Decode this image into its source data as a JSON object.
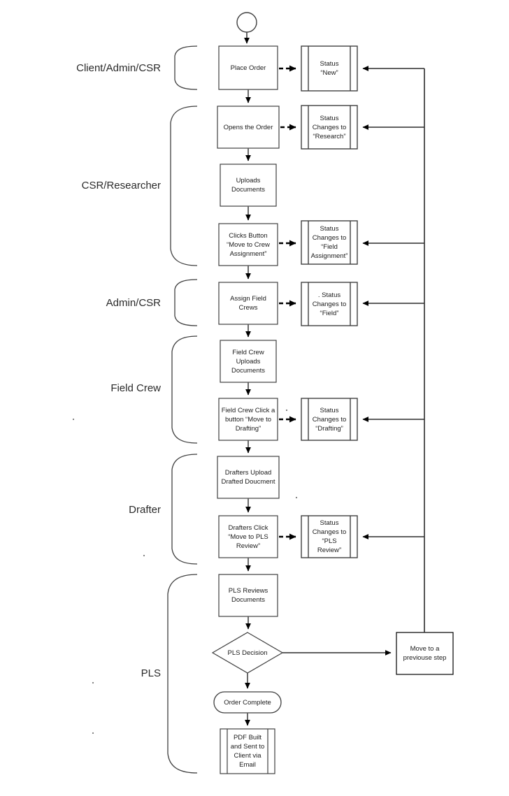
{
  "diagram": {
    "title": "Order Workflow Flowchart",
    "type": "flowchart",
    "stroke_color": "#3f3f3f",
    "dark_stroke_color": "#000000",
    "text_color": "#1a1a1a",
    "background": "#ffffff"
  },
  "lanes": [
    {
      "id": "lane-client-admin-csr",
      "label": "Client/Admin/CSR"
    },
    {
      "id": "lane-csr-researcher",
      "label": "CSR/Researcher"
    },
    {
      "id": "lane-admin-csr",
      "label": "Admin/CSR"
    },
    {
      "id": "lane-field-crew",
      "label": "Field Crew"
    },
    {
      "id": "lane-drafter",
      "label": "Drafter"
    },
    {
      "id": "lane-pls",
      "label": "PLS"
    }
  ],
  "nodes": {
    "start": {
      "label": "",
      "shape": "circle"
    },
    "place_order": {
      "label": "Place Order",
      "shape": "process"
    },
    "opens_the_order": {
      "label": "Opens the Order",
      "shape": "process"
    },
    "uploads_documents": {
      "label": "Uploads Documents",
      "shape": "process"
    },
    "clicks_button_move_to_crew": {
      "label": "Clicks Button “Move to Crew Assignment”",
      "shape": "process"
    },
    "assign_field_crews": {
      "label": "Assign Field Crews",
      "shape": "process"
    },
    "field_crew_uploads": {
      "label": "Field Crew Uploads Documents",
      "shape": "process"
    },
    "field_crew_click_drafting": {
      "label": "Field Crew Click a button “Move to Drafting”",
      "shape": "process"
    },
    "drafters_upload": {
      "label": "Drafters Upload Drafted Doucment",
      "shape": "process"
    },
    "drafters_click_pls_review": {
      "label": "Drafters Click “Move to PLS Review”",
      "shape": "process"
    },
    "pls_reviews_documents": {
      "label": "PLS Reviews Documents",
      "shape": "process"
    },
    "pls_decision": {
      "label": "PLS Decision",
      "shape": "decision"
    },
    "order_complete": {
      "label": "Order Complete",
      "shape": "terminator"
    },
    "pdf_built": {
      "label": "PDF Built and Sent to Client via Email",
      "shape": "predefined-process"
    },
    "move_to_previous_step": {
      "label": "Move to a previouse step",
      "shape": "process"
    }
  },
  "status_nodes": {
    "status_new": {
      "label": "Status “New”",
      "shape": "predefined-process"
    },
    "status_research": {
      "label": "Status Changes to “Research”",
      "shape": "predefined-process"
    },
    "status_field_assignment": {
      "label": "Status Changes to “Field Assignment”",
      "shape": "predefined-process"
    },
    "status_field": {
      "label": ". Status Changes to “Field”",
      "shape": "predefined-process"
    },
    "status_drafting": {
      "label": "Status Changes to “Drafting”",
      "shape": "predefined-process"
    },
    "status_pls_review": {
      "label": "Status Changes to “PLS Review”",
      "shape": "predefined-process"
    }
  },
  "chart_data": {
    "type": "diagram",
    "title": "Order Workflow Flowchart",
    "swimlanes": [
      {
        "name": "Client/Admin/CSR",
        "steps": [
          "Place Order"
        ],
        "statuses": [
          "Status “New”"
        ]
      },
      {
        "name": "CSR/Researcher",
        "steps": [
          "Opens the Order",
          "Uploads Documents",
          "Clicks Button “Move to Crew Assignment”"
        ],
        "statuses": [
          "Status Changes to “Research”",
          "Status Changes to “Field Assignment”"
        ]
      },
      {
        "name": "Admin/CSR",
        "steps": [
          "Assign Field Crews"
        ],
        "statuses": [
          ". Status Changes to “Field”"
        ]
      },
      {
        "name": "Field Crew",
        "steps": [
          "Field Crew Uploads Documents",
          "Field Crew Click a button “Move to Drafting”"
        ],
        "statuses": [
          "Status Changes to “Drafting”"
        ]
      },
      {
        "name": "Drafter",
        "steps": [
          "Drafters Upload Drafted Doucment",
          "Drafters Click “Move to PLS Review”"
        ],
        "statuses": [
          "Status Changes to “PLS Review”"
        ]
      },
      {
        "name": "PLS",
        "steps": [
          "PLS Reviews Documents",
          "PLS Decision",
          "Order Complete",
          "PDF Built and Sent to Client via Email"
        ],
        "statuses": []
      }
    ],
    "edges": [
      {
        "from": "start",
        "to": "Place Order",
        "style": "solid"
      },
      {
        "from": "Place Order",
        "to": "Status “New”",
        "style": "dashed"
      },
      {
        "from": "Place Order",
        "to": "Opens the Order",
        "style": "solid"
      },
      {
        "from": "Opens the Order",
        "to": "Status Changes to “Research”",
        "style": "dashed"
      },
      {
        "from": "Opens the Order",
        "to": "Uploads Documents",
        "style": "solid"
      },
      {
        "from": "Uploads Documents",
        "to": "Clicks Button “Move to Crew Assignment”",
        "style": "solid"
      },
      {
        "from": "Clicks Button “Move to Crew Assignment”",
        "to": "Status Changes to “Field Assignment”",
        "style": "dashed"
      },
      {
        "from": "Clicks Button “Move to Crew Assignment”",
        "to": "Assign Field Crews",
        "style": "solid"
      },
      {
        "from": "Assign Field Crews",
        "to": ". Status Changes to “Field”",
        "style": "dashed"
      },
      {
        "from": "Assign Field Crews",
        "to": "Field Crew Uploads Documents",
        "style": "solid"
      },
      {
        "from": "Field Crew Uploads Documents",
        "to": "Field Crew Click a button “Move to Drafting”",
        "style": "solid"
      },
      {
        "from": "Field Crew Click a button “Move to Drafting”",
        "to": "Status Changes to “Drafting”",
        "style": "dashed"
      },
      {
        "from": "Field Crew Click a button “Move to Drafting”",
        "to": "Drafters Upload Drafted Doucment",
        "style": "solid"
      },
      {
        "from": "Drafters Upload Drafted Doucment",
        "to": "Drafters Click “Move to PLS Review”",
        "style": "solid"
      },
      {
        "from": "Drafters Click “Move to PLS Review”",
        "to": "Status Changes to “PLS Review”",
        "style": "dashed"
      },
      {
        "from": "Drafters Click “Move to PLS Review”",
        "to": "PLS Reviews Documents",
        "style": "solid"
      },
      {
        "from": "PLS Reviews Documents",
        "to": "PLS Decision",
        "style": "solid"
      },
      {
        "from": "PLS Decision",
        "to": "Move to a previouse step",
        "style": "solid"
      },
      {
        "from": "PLS Decision",
        "to": "Order Complete",
        "style": "solid"
      },
      {
        "from": "Order Complete",
        "to": "PDF Built and Sent to Client via Email",
        "style": "solid"
      },
      {
        "from": "Move to a previouse step",
        "to": "Status “New”",
        "style": "solid",
        "note": "return loop"
      },
      {
        "from": "Move to a previouse step",
        "to": "Status Changes to “Research”",
        "style": "solid",
        "note": "return loop"
      },
      {
        "from": "Move to a previouse step",
        "to": "Status Changes to “Field Assignment”",
        "style": "solid",
        "note": "return loop"
      },
      {
        "from": "Move to a previouse step",
        "to": ". Status Changes to “Field”",
        "style": "solid",
        "note": "return loop"
      },
      {
        "from": "Move to a previouse step",
        "to": "Status Changes to “Drafting”",
        "style": "solid",
        "note": "return loop"
      },
      {
        "from": "Move to a previouse step",
        "to": "Status Changes to “PLS Review”",
        "style": "solid",
        "note": "return loop"
      }
    ]
  }
}
